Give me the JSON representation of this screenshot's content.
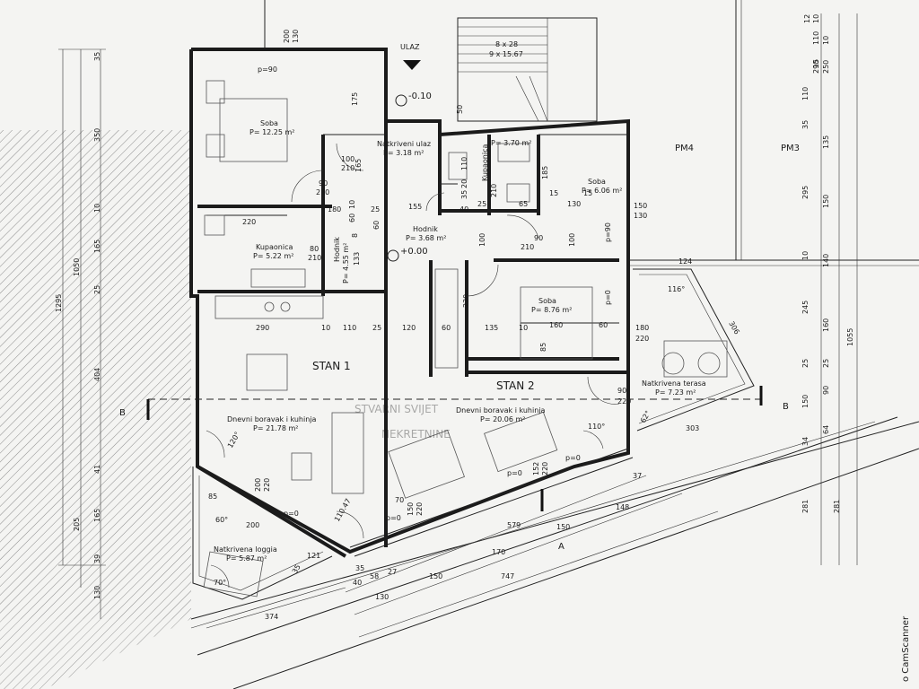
{
  "entrance": {
    "label": "ULAZ",
    "level_top": "-0.10",
    "level_mid": "+0.00"
  },
  "stairs": {
    "line1": "8 x 28",
    "line2": "9 x 15.67"
  },
  "neighbors": {
    "pm4": "PM4",
    "pm3": "PM3"
  },
  "sections": {
    "b_left": "B",
    "b_right": "B",
    "a": "A"
  },
  "apartments": {
    "stan1": "STAN 1",
    "stan2": "STAN 2"
  },
  "rooms": {
    "soba1_name": "Soba",
    "soba1_area": "P= 12.25 m²",
    "ulaz_name": "Natkriveni ulaz",
    "ulaz_area": "P= 3.18 m²",
    "kup2_name": "Kupaonica",
    "kup2_area": "P= 3.70 m²",
    "soba2_name": "Soba",
    "soba2_area": "P= 6.06 m²",
    "hod2_name": "Hodnik",
    "hod2_area": "P= 3.68 m²",
    "kup1_name": "Kupaonica",
    "kup1_area": "P= 5.22 m²",
    "hod1_name": "Hodnik",
    "hod1_area": "P= 4.55 m²",
    "soba3_name": "Soba",
    "soba3_area": "P= 8.76 m²",
    "dnevni1_name": "Dnevni boravak i kuhinja",
    "dnevni1_area": "P= 21.78 m²",
    "dnevni2_name": "Dnevni boravak i kuhinja",
    "dnevni2_area": "P= 20.06 m²",
    "terasa_name": "Natkrivena terasa",
    "terasa_area": "P= 7.23 m²",
    "loggia_name": "Natkrivena loggia",
    "loggia_area": "P= 5.87 m²"
  },
  "dims": {
    "d200": "200",
    "d130": "130",
    "p90a": "p=90",
    "d175": "175",
    "d100a": "100",
    "d210a": "210",
    "d165": "165",
    "d90a": "90",
    "d210b": "210",
    "d180": "180",
    "d10a": "10",
    "d60a": "60",
    "d25a": "25",
    "d155": "155",
    "d60b": "60",
    "d50": "50",
    "d110a": "110",
    "d20": "20",
    "d35a": "35",
    "d210c": "210",
    "d40": "40",
    "d25b": "25",
    "d65": "65",
    "d185": "185",
    "d15a": "15",
    "d15b": "15",
    "d130a": "130",
    "d150a": "150",
    "d130b": "130",
    "d220a": "220",
    "d80": "80",
    "d210d": "210",
    "d133": "133",
    "d8": "8",
    "d90b": "90",
    "d210e": "210",
    "d100b": "100",
    "d100c": "100",
    "p90b": "p=90",
    "d124": "124",
    "d116": "116°",
    "d290": "290",
    "d10b": "10",
    "d110b": "110",
    "d25c": "25",
    "d120": "120",
    "d60c": "60",
    "d230": "230",
    "d135": "135",
    "d10c": "10",
    "d160": "160",
    "d60d": "60",
    "p0a": "p=0",
    "d180b": "180",
    "d220b": "220",
    "d85": "85",
    "d90c": "90",
    "d220c": "220",
    "d303": "303",
    "d110c": "110°",
    "d62": "62°",
    "d120b": "120°",
    "d200b": "200",
    "d220d": "220",
    "p0b": "p=0",
    "d11047": "110.47",
    "d70": "70",
    "d150b": "150",
    "d220e": "220",
    "d152": "152",
    "d220f": "220",
    "p0c": "p=0",
    "p0d": "p=0",
    "p0e": "p=0",
    "d85b": "85",
    "d60e": "60°",
    "d200c": "200",
    "d121": "121",
    "d35b": "35",
    "d70b": "70°",
    "d374": "374",
    "d40b": "40",
    "d35c": "35",
    "d58": "58",
    "d27": "27",
    "d130c": "130",
    "d150c": "150",
    "d170": "170",
    "d747": "747",
    "d579": "579",
    "d150d": "150",
    "d148": "148",
    "d37": "37",
    "d306": "306"
  },
  "left_dims": {
    "a1": "35",
    "a2": "350",
    "a3": "10",
    "a4": "165",
    "a5": "25",
    "a6": "404",
    "a7": "41",
    "a8": "205",
    "a9": "39",
    "a10": "130",
    "b1": "1050",
    "b2": "1295",
    "b3": "165"
  },
  "right_dims": {
    "r1": "10",
    "r2": "110",
    "r3": "290",
    "r4": "110",
    "r5": "35",
    "r6": "135",
    "r7": "295",
    "r8": "150",
    "r9": "10",
    "r10": "245",
    "r11": "160",
    "r12": "25",
    "r13": "90",
    "r14": "150",
    "r15": "34",
    "r16": "281",
    "q1": "12",
    "q2": "10",
    "q3": "250",
    "q4": "15",
    "q5": "140",
    "q6": "1055",
    "q7": "25",
    "q8": "64",
    "q9": "281"
  },
  "watermark": {
    "line1": "STVARNI SVIJET",
    "line2": "NEKRETNINE",
    "scanner": "o CamScanner"
  }
}
